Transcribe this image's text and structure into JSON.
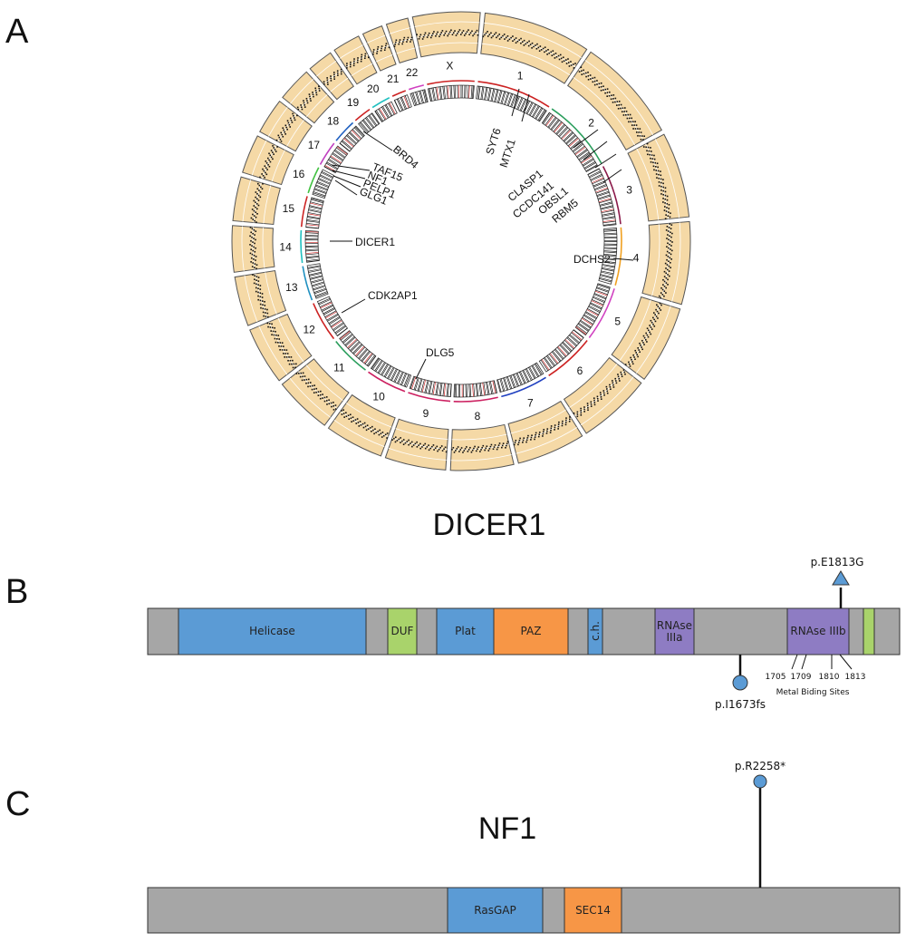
{
  "panels": {
    "a": "A",
    "b": "B",
    "c": "C"
  },
  "circos": {
    "chromosomes": [
      "1",
      "2",
      "3",
      "4",
      "5",
      "6",
      "7",
      "8",
      "9",
      "10",
      "11",
      "12",
      "13",
      "14",
      "15",
      "16",
      "17",
      "18",
      "19",
      "20",
      "21",
      "22",
      "X"
    ],
    "genes": [
      "SYT6",
      "MTX1",
      "CLASP1",
      "CCDC141",
      "OBSL1",
      "RBM5",
      "DCHS2",
      "BRD4",
      "TAF15",
      "NF1",
      "PELP1",
      "GLG1",
      "DICER1",
      "CDK2AP1",
      "DLG5"
    ],
    "colors": {
      "outer_track": "#f5d9a6",
      "track_border": "#555555",
      "karyotype_dark": "#111111",
      "karyotype_red": "#cc2222"
    }
  },
  "dicer1": {
    "title": "DICER1",
    "domains": [
      {
        "label": "Helicase",
        "color": "#5b9bd5"
      },
      {
        "label": "DUF",
        "color": "#a9d36b"
      },
      {
        "label": "Plat",
        "color": "#5b9bd5"
      },
      {
        "label": "PAZ",
        "color": "#f79646"
      },
      {
        "label": "c.h.",
        "color": "#5b9bd5"
      },
      {
        "label": "RNAse IIIa",
        "color": "#8e7cc3"
      },
      {
        "label": "RNAse IIIb",
        "color": "#8e7cc3"
      },
      {
        "label": "",
        "color": "#a9d36b"
      }
    ],
    "mutations": {
      "above": "p.E1813G",
      "below": "p.I1673fs"
    },
    "metal_sites": [
      "1705",
      "1709",
      "1810",
      "1813"
    ],
    "metal_sites_label": "Metal Biding Sites"
  },
  "nf1": {
    "title": "NF1",
    "domains": [
      {
        "label": "RasGAP",
        "color": "#5b9bd5"
      },
      {
        "label": "SEC14",
        "color": "#f79646"
      }
    ],
    "mutation": "p.R2258*"
  },
  "colors": {
    "protein_bar": "#a6a6a6",
    "mutation_marker": "#5b9bd5"
  }
}
